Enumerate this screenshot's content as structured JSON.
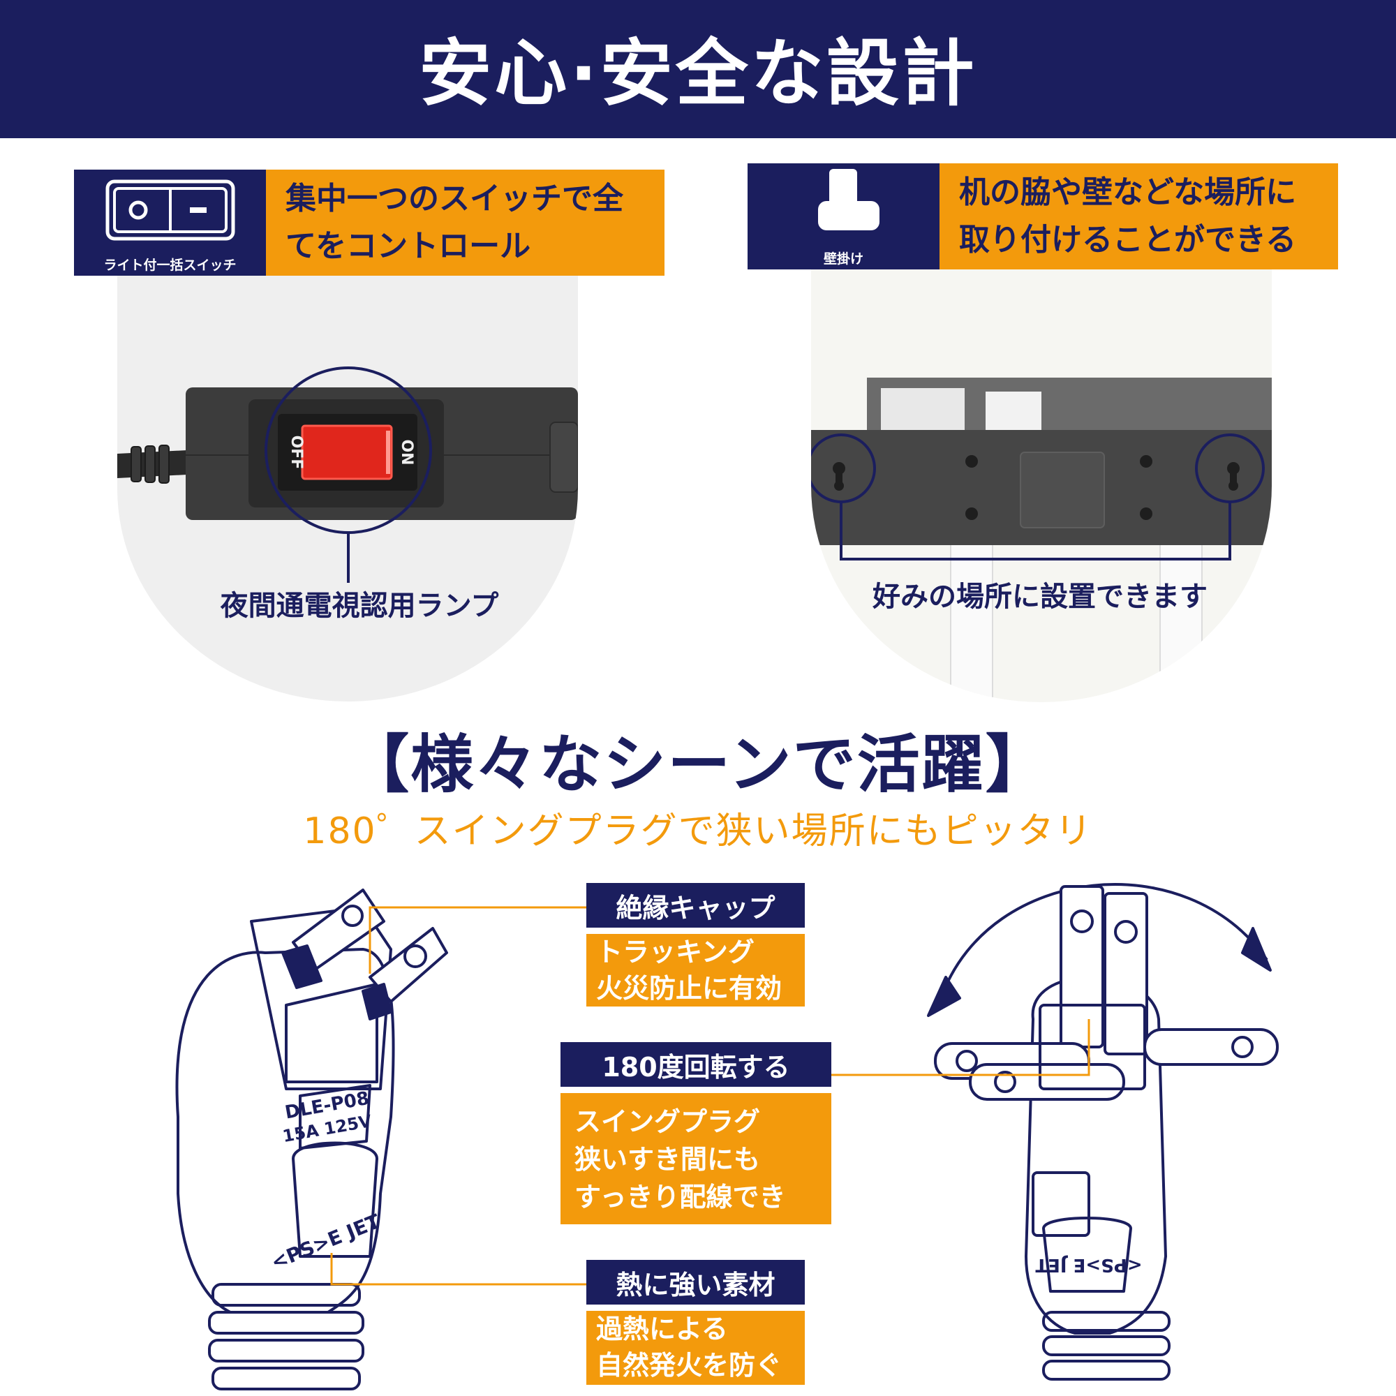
{
  "header": {
    "title": "安心·安全な設計"
  },
  "features": [
    {
      "icon_caption": "ライト付一括スイッチ",
      "lines": [
        "集中一つのスイッチで全",
        "てをコントロール"
      ],
      "circle_caption": "夜間通電視認用ランプ",
      "switch_off_label": "OFF",
      "switch_on_label": "ON"
    },
    {
      "icon_caption": "壁掛け",
      "lines": [
        "机の脇や壁などな場所に",
        "取り付けることができる"
      ],
      "circle_caption": "好みの場所に設置できます"
    }
  ],
  "scenes": {
    "title": "【様々なシーンで活躍】",
    "subtitle": "180゜スイングプラグで狭い場所にもピッタリ"
  },
  "callouts": [
    {
      "label": "絶縁キャップ",
      "lines": [
        "トラッキング",
        "火災防止に有効"
      ]
    },
    {
      "label": "180度回転する",
      "lines": [
        "スイングプラグ",
        "狭いすき間にも",
        "すっきり配線でき"
      ]
    },
    {
      "label": "熱に強い素材",
      "lines": [
        "過熱による",
        "自然発火を防ぐ"
      ]
    }
  ],
  "plug_marks": {
    "model": "DLE-P08",
    "rating": "15A 125V",
    "brand_left": "<PS>E JET",
    "brand_right": "<PS>E JET"
  },
  "colors": {
    "navy": "#1b1e5e",
    "orange": "#f39a0c",
    "circle_bg": "#efefef"
  }
}
